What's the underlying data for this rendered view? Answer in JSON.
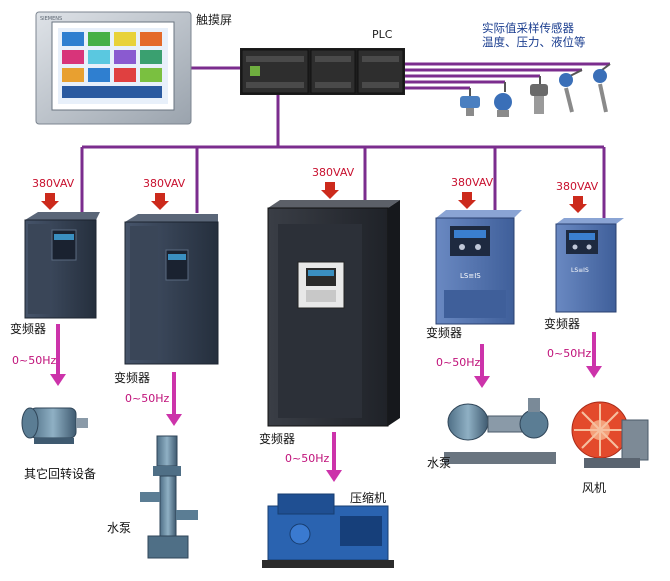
{
  "labels": {
    "touchscreen": "触摸屏",
    "plc": "PLC",
    "sensors_line1": "实际值采样传感器",
    "sensors_line2": "温度、压力、液位等",
    "voltage": "380VAV",
    "inverter": "变频器",
    "freq_range": "0~50Hz",
    "plc_screen_text": "SIEMENS",
    "lsis_brand": "LS≡IS"
  },
  "drives": [
    {
      "voltage": "380VAV",
      "label": "变频器",
      "freq": "0~50Hz",
      "load": "其它回转设备"
    },
    {
      "voltage": "380VAV",
      "label": "变频器",
      "freq": "0~50Hz",
      "load": "水泵"
    },
    {
      "voltage": "380VAV",
      "label": "变频器",
      "freq": "0~50Hz",
      "load": "压缩机"
    },
    {
      "voltage": "380VAV",
      "label": "变频器",
      "freq": "0~50Hz",
      "load": "水泵"
    },
    {
      "voltage": "380VAV",
      "label": "变频器",
      "freq": "0~50Hz",
      "load": "风机"
    }
  ],
  "colors": {
    "bus": "#7b2d8e",
    "voltage_text": "#c8102e",
    "down_arrow": "#cc2a1c",
    "freq_text": "#c0127a",
    "freq_arrow": "#cc33aa",
    "plc_body": "#2a2a2a",
    "siemens_drive": "#2f3b4d",
    "lsis_drive": "#4d6ea8"
  }
}
